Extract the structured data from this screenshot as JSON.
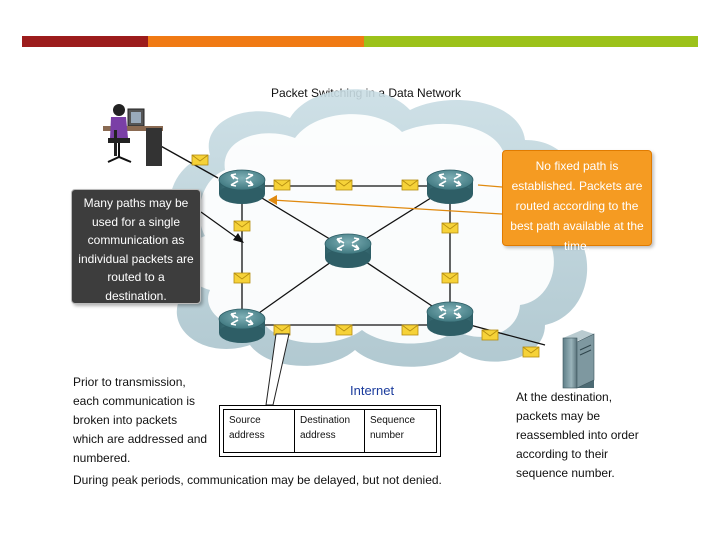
{
  "header": {
    "bar_colors": [
      "#9c1c1c",
      "#f07a14",
      "#9cc21a"
    ]
  },
  "title": "Packet Switching in a Data Network",
  "cloud_label": "Internet",
  "callouts": {
    "left": [
      "Many paths may be",
      "used for a single",
      "communication as",
      "individual packets are",
      "routed to a",
      "destination."
    ],
    "right": [
      "No fixed path is",
      "established. Packets are",
      "routed according to the",
      "best path available at the",
      "time."
    ]
  },
  "prior_text": [
    "Prior to transmission,",
    "each communication is",
    "broken into packets",
    "which are addressed and",
    "numbered."
  ],
  "destination_text": [
    "At the destination,",
    "packets may be",
    "reassembled into order",
    "according to their",
    "sequence number."
  ],
  "packet_fields": [
    {
      "line1": "Source",
      "line2": "address"
    },
    {
      "line1": "Destination",
      "line2": "address"
    },
    {
      "line1": "Sequence",
      "line2": "number"
    }
  ],
  "footnote": "During peak periods, communication may be delayed, but not denied.",
  "icons": {
    "router": "router-icon",
    "packet": "envelope-icon",
    "server": "server-icon",
    "user": "workstation-user-icon"
  }
}
